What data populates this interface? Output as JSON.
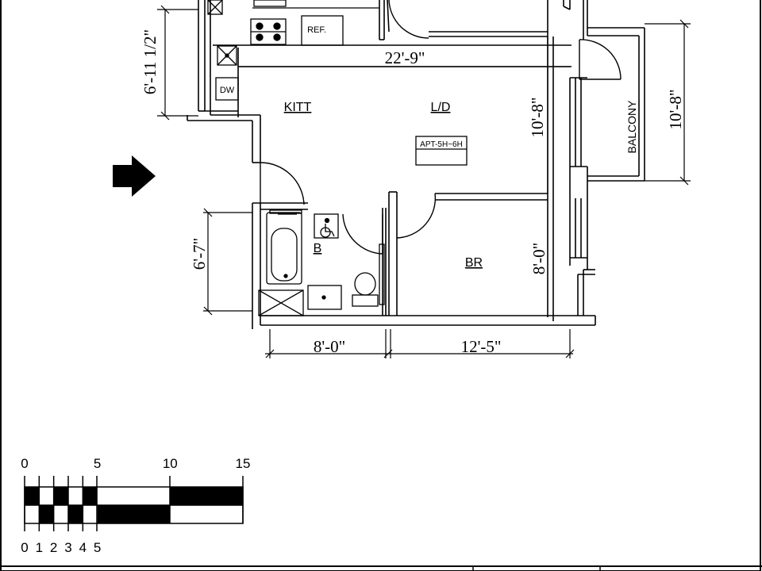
{
  "rooms": {
    "kitchen": "KITT",
    "living_dining": "L/D",
    "bedroom": "BR",
    "bath": "B",
    "balcony": "BALCONY"
  },
  "unit_tag": "APT-5H~6H",
  "appliances": {
    "refrigerator": "REF.",
    "dishwasher": "DW"
  },
  "dimensions": {
    "overall_width": "22'-9\"",
    "kitchen_depth": "6'-11 1/2\"",
    "ld_depth": "10'-8\"",
    "balcony_depth": "10'-8\"",
    "bath_depth": "6'-7\"",
    "br_depth": "8'-0\"",
    "bath_width": "8'-0\"",
    "br_width": "12'-5\""
  },
  "scale_bar": {
    "top_labels": [
      "0",
      "5",
      "10",
      "15"
    ],
    "bottom_labels": [
      "0",
      "1",
      "2",
      "3",
      "4",
      "5"
    ]
  }
}
